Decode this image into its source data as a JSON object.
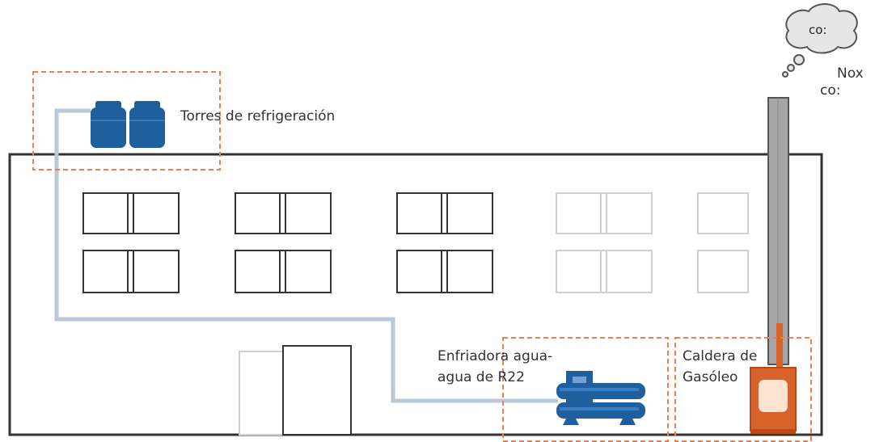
{
  "labels": {
    "cooling_towers": "Torres de refrigeración",
    "chiller_line1": "Enfriadora agua-",
    "chiller_line2": "agua de R22",
    "boiler_line1": "Caldera de",
    "boiler_line2": "Gasóleo",
    "cloud_text": "co:",
    "emission_nox": "Nox",
    "emission_co": "co:"
  },
  "colors": {
    "building_outline": "#333333",
    "dashed_highlight": "#f07f50",
    "pipe": "#b9c7d6",
    "equipment_blue": "#1f5f9e",
    "boiler_orange": "#d9622b",
    "chimney_gray": "#a6a6a6",
    "faded_window": "#cfcfcf"
  },
  "icons": [
    "cooling-tower-icon",
    "chiller-icon",
    "boiler-icon",
    "smoke-cloud-icon"
  ]
}
